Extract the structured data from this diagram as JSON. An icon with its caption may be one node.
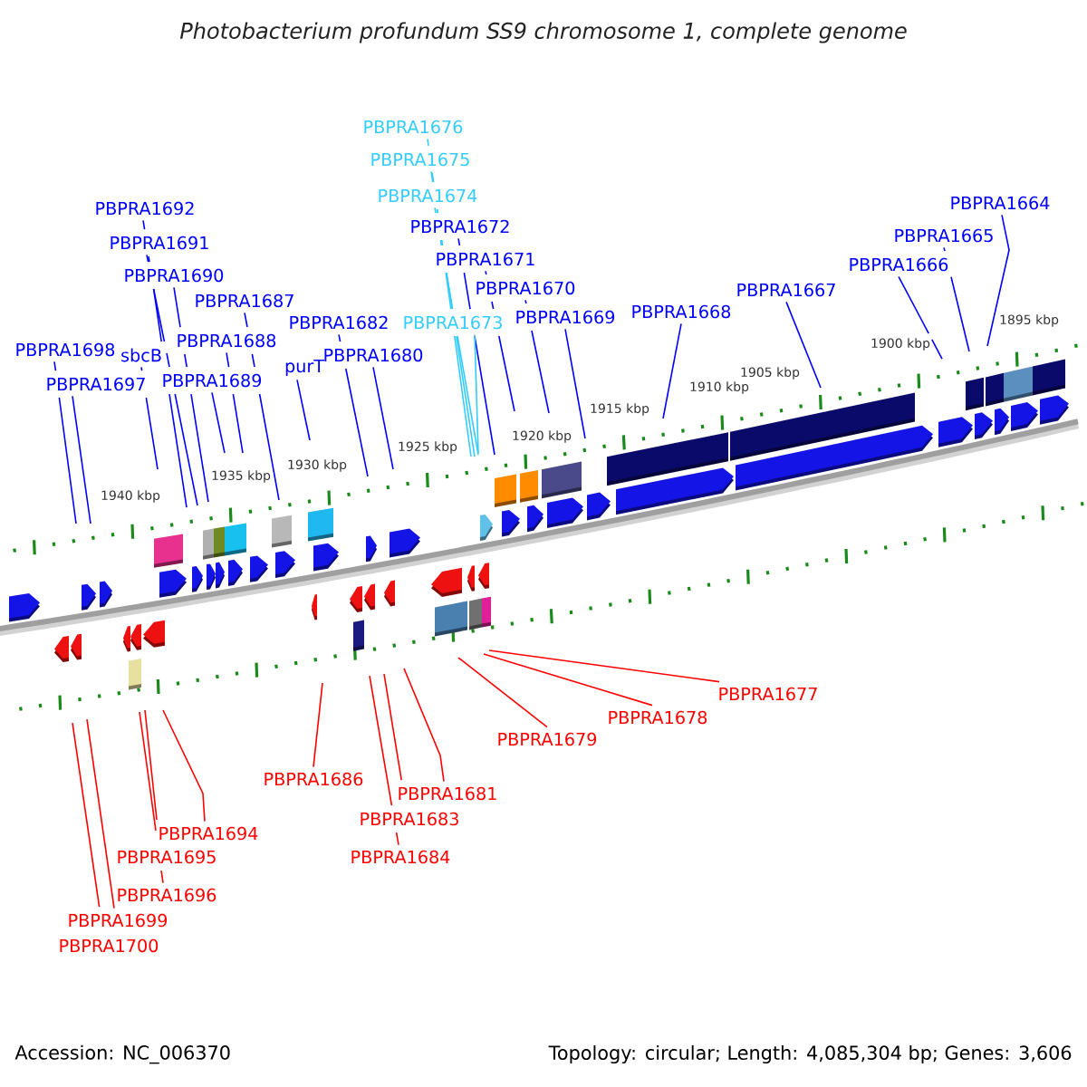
{
  "diagram": {
    "title": "Photobacterium profundum SS9 chromosome 1, complete genome",
    "nodes": [
      {
        "text": [
          "PBPRA1676"
        ]
      },
      {
        "text": [
          "PBPRA1675"
        ]
      },
      {
        "text": [
          "PBPRA1674"
        ]
      },
      {
        "text": [
          "PBPRA1664"
        ]
      },
      {
        "text": [
          "PBPRA1692"
        ]
      },
      {
        "text": [
          "PBPRA1672"
        ]
      },
      {
        "text": [
          "PBPRA1665"
        ]
      },
      {
        "text": [
          "PBPRA1691"
        ]
      },
      {
        "text": [
          "PBPRA1671"
        ]
      },
      {
        "text": [
          "PBPRA1666"
        ]
      },
      {
        "text": [
          "PBPRA1690"
        ]
      },
      {
        "text": [
          "PBPRA1670"
        ]
      },
      {
        "text": [
          "PBPRA1667"
        ]
      },
      {
        "text": [
          "PBPRA1687"
        ]
      },
      {
        "text": [
          "PBPRA1668"
        ]
      },
      {
        "text": [
          "PBPRA1669"
        ]
      },
      {
        "text": [
          "PBPRA1673"
        ]
      },
      {
        "text": [
          "PBPRA1682"
        ]
      },
      {
        "text": [
          "PBPRA1688"
        ]
      },
      {
        "text": [
          "PBPRA1698"
        ]
      },
      {
        "text": [
          "sbcB"
        ]
      },
      {
        "text": [
          "PBPRA1680"
        ]
      },
      {
        "text": [
          "purT"
        ]
      },
      {
        "text": [
          "PBPRA1689"
        ]
      },
      {
        "text": [
          "PBPRA1697"
        ]
      },
      {
        "text": [
          "PBPRA1677"
        ]
      },
      {
        "text": [
          "PBPRA1678"
        ]
      },
      {
        "text": [
          "PBPRA1679"
        ]
      },
      {
        "text": [
          "PBPRA1686"
        ]
      },
      {
        "text": [
          "PBPRA1681"
        ]
      },
      {
        "text": [
          "PBPRA1683"
        ]
      },
      {
        "text": [
          "PBPRA1694"
        ]
      },
      {
        "text": [
          "PBPRA1695"
        ]
      },
      {
        "text": [
          "PBPRA1684"
        ]
      },
      {
        "text": [
          "PBPRA1696"
        ]
      },
      {
        "text": [
          "PBPRA1699"
        ]
      },
      {
        "text": [
          "PBPRA1700"
        ]
      }
    ],
    "edges": [
      {
        "from": 0,
        "to": null,
        "arrow": "none",
        "color": "#33ccff"
      },
      {
        "from": 1,
        "to": null,
        "arrow": "none",
        "color": "#33ccff"
      },
      {
        "from": 2,
        "to": null,
        "arrow": "none",
        "color": "#33ccff"
      },
      {
        "from": 3,
        "to": null,
        "arrow": "none"
      },
      {
        "from": 4,
        "to": null,
        "arrow": "none"
      },
      {
        "from": 5,
        "to": null,
        "arrow": "none"
      },
      {
        "from": 6,
        "to": null,
        "arrow": "none"
      },
      {
        "from": 7,
        "to": null,
        "arrow": "none"
      },
      {
        "from": 8,
        "to": null,
        "arrow": "none"
      },
      {
        "from": 9,
        "to": null,
        "arrow": "none"
      },
      {
        "from": 10,
        "to": null,
        "arrow": "none"
      },
      {
        "from": 11,
        "to": null,
        "arrow": "none"
      },
      {
        "from": 12,
        "to": null,
        "arrow": "none"
      },
      {
        "from": 13,
        "to": null,
        "arrow": "none"
      },
      {
        "from": 14,
        "to": null,
        "arrow": "none"
      },
      {
        "from": 15,
        "to": null,
        "arrow": "none"
      },
      {
        "from": 16,
        "to": null,
        "arrow": "none",
        "color": "#33ccff"
      },
      {
        "from": 17,
        "to": null,
        "arrow": "none"
      },
      {
        "from": 18,
        "to": null,
        "arrow": "none"
      },
      {
        "from": 19,
        "to": null,
        "arrow": "none"
      },
      {
        "from": 20,
        "to": null,
        "arrow": "none"
      },
      {
        "from": 21,
        "to": null,
        "arrow": "none"
      },
      {
        "from": 22,
        "to": null,
        "arrow": "none"
      },
      {
        "from": 23,
        "to": null,
        "arrow": "none"
      },
      {
        "from": 24,
        "to": null,
        "arrow": "none"
      },
      {
        "from": 25,
        "to": null,
        "arrow": "none",
        "color": "#ff0000"
      },
      {
        "from": 26,
        "to": null,
        "arrow": "none",
        "color": "#ff0000"
      },
      {
        "from": 27,
        "to": null,
        "arrow": "none",
        "color": "#ff0000"
      },
      {
        "from": 28,
        "to": null,
        "arrow": "none",
        "color": "#ff0000"
      },
      {
        "from": 29,
        "to": null,
        "arrow": "none",
        "color": "#ff0000"
      },
      {
        "from": 30,
        "to": null,
        "arrow": "none",
        "color": "#ff0000"
      },
      {
        "from": 31,
        "to": null,
        "arrow": "none",
        "color": "#ff0000"
      },
      {
        "from": 32,
        "to": null,
        "arrow": "none",
        "color": "#ff0000"
      },
      {
        "from": 33,
        "to": null,
        "arrow": "none",
        "color": "#ff0000"
      },
      {
        "from": 34,
        "to": null,
        "arrow": "none",
        "color": "#ff0000"
      },
      {
        "from": 35,
        "to": null,
        "arrow": "none",
        "color": "#ff0000"
      },
      {
        "from": 36,
        "to": null,
        "arrow": "none",
        "color": "#ff0000"
      }
    ],
    "labels": [
      "1940 kbp",
      "1935 kbp",
      "1930 kbp",
      "1925 kbp",
      "1920 kbp",
      "1915 kbp",
      "1910 kbp",
      "1905 kbp",
      "1900 kbp",
      "1895 kbp",
      "Accession: NC_006370",
      "Topology: circular; Length: 4,085,304 bp; Genes: 3,606"
    ]
  }
}
